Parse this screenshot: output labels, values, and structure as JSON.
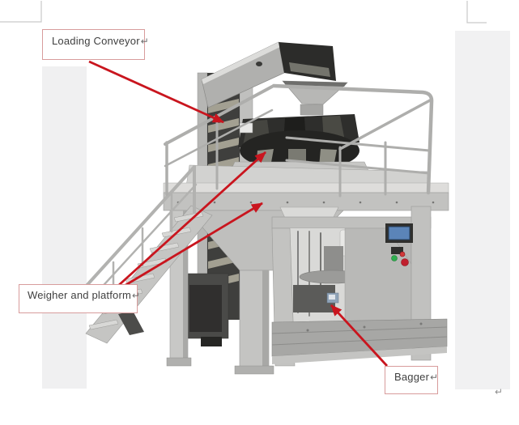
{
  "document": {
    "background": "#ffffff",
    "corner_mark_color": "#c9c9c9",
    "stray_paragraph_mark": "↵"
  },
  "figure": {
    "name": "packaging-machine-photo",
    "subject": "bag packaging line with bucket elevator, multihead weigher on platform, stairs, railing and rotary bagger",
    "photo_strip_color": "#f0f0f1",
    "machine_light_gray": "#c3c3c1",
    "machine_dark_gray": "#3d3d3b",
    "screen_blue": "#5b84b8",
    "button_green": "#2fae4e",
    "button_red": "#c01f2e"
  },
  "annotations": {
    "arrow_color": "#c9151e",
    "box_border_color": "#d89c9c",
    "text_color": "#3f3f3f",
    "labels": [
      {
        "id": "loading-conveyor",
        "text": "Loading Conveyor",
        "mark": "↵"
      },
      {
        "id": "weigher-platform",
        "text": "Weigher and platform",
        "mark": "↵"
      },
      {
        "id": "bagger",
        "text": "Bagger",
        "mark": "↵"
      }
    ]
  }
}
